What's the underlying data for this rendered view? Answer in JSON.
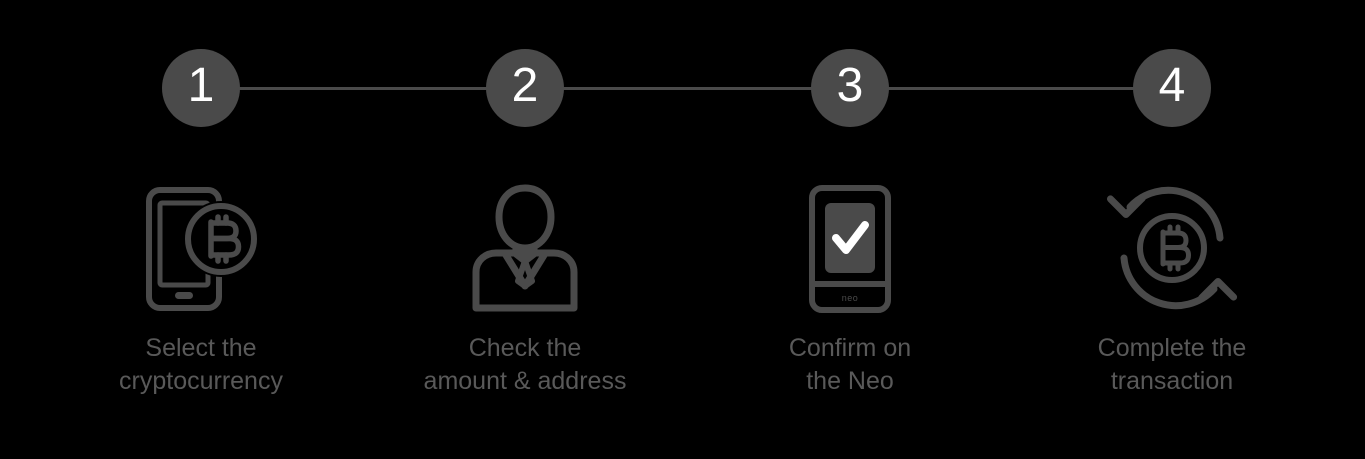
{
  "theme": {
    "background": "#000000",
    "circle_fill": "#4a4a4a",
    "number_color": "#ffffff",
    "line_color": "#4a4a4a",
    "icon_color": "#4a4a4a",
    "label_color": "#595959"
  },
  "stepper": {
    "steps": [
      {
        "number": "1",
        "label": "Select the\ncryptocurrency",
        "icon": "phone-bitcoin-icon"
      },
      {
        "number": "2",
        "label": "Check the\namount & address",
        "icon": "person-business-icon"
      },
      {
        "number": "3",
        "label": "Confirm on\nthe Neo",
        "icon": "device-checkmark-icon"
      },
      {
        "number": "4",
        "label": "Complete the\ntransaction",
        "icon": "bitcoin-exchange-arrows-icon"
      }
    ]
  }
}
